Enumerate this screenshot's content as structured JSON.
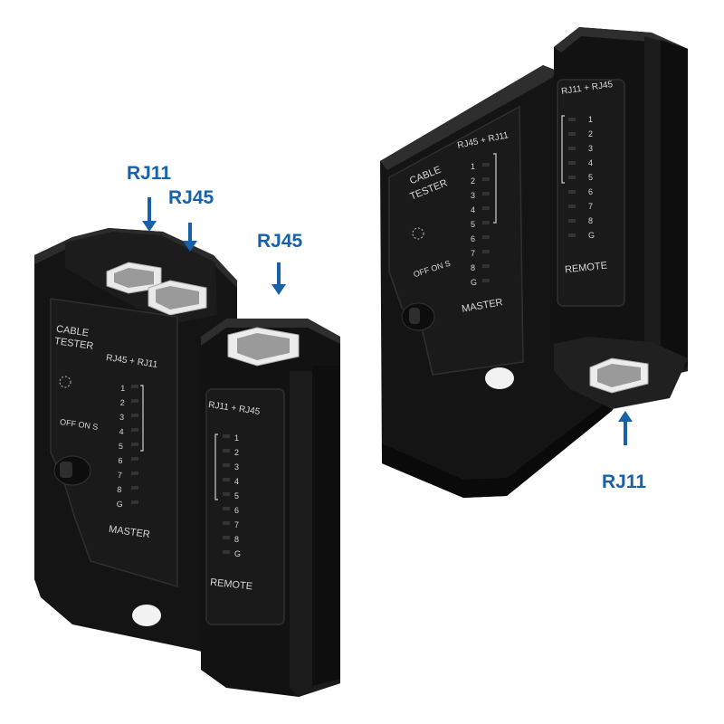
{
  "colors": {
    "accent": "#1661a8",
    "device_body": "#161616",
    "device_edge": "#2a2a2a",
    "print": "#d8d8d8"
  },
  "left_device": {
    "master": {
      "title_line1": "CABLE",
      "title_line2": "TESTER",
      "led_header": "RJ45 + RJ11",
      "leds": [
        "1",
        "2",
        "3",
        "4",
        "5",
        "6",
        "7",
        "8",
        "G"
      ],
      "switch_label": "OFF ON S",
      "label": "MASTER"
    },
    "remote": {
      "led_header": "RJ11 + RJ45",
      "leds": [
        "1",
        "2",
        "3",
        "4",
        "5",
        "6",
        "7",
        "8",
        "G"
      ],
      "label": "REMOTE"
    },
    "callouts": {
      "rj11": "RJ11",
      "rj45_master": "RJ45",
      "rj45_remote": "RJ45"
    }
  },
  "right_device": {
    "master": {
      "title_line1": "CABLE",
      "title_line2": "TESTER",
      "led_header": "RJ45 + RJ11",
      "leds": [
        "1",
        "2",
        "3",
        "4",
        "5",
        "6",
        "7",
        "8",
        "G"
      ],
      "switch_label": "OFF ON S",
      "label": "MASTER"
    },
    "remote": {
      "led_header": "RJ11 + RJ45",
      "leds": [
        "1",
        "2",
        "3",
        "4",
        "5",
        "6",
        "7",
        "8",
        "G"
      ],
      "label": "REMOTE"
    },
    "callouts": {
      "rj11": "RJ11"
    }
  }
}
